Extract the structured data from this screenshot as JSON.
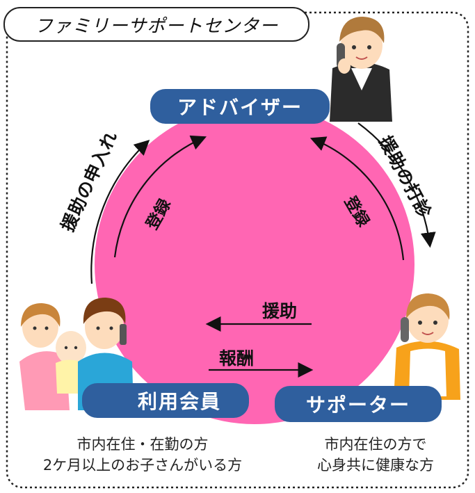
{
  "title": "ファミリーサポートセンター",
  "nodes": {
    "advisor": "アドバイザー",
    "member": "利用会員",
    "supporter": "サポーター"
  },
  "flows": {
    "left_outer": "援助の申入れ",
    "left_inner": "登録",
    "right_outer": "援助の打診",
    "right_inner": "登録",
    "center_top": "援助",
    "center_bottom": "報酬"
  },
  "captions": {
    "member_line1": "市内在住・在勤の方",
    "member_line2": "2ケ月以上のお子さんがいる方",
    "supporter_line1": "市内在住の方で",
    "supporter_line2": "心身共に健康な方"
  },
  "colors": {
    "circle": "#ff66b3",
    "pill": "#2f5f9e",
    "border": "#222222"
  }
}
